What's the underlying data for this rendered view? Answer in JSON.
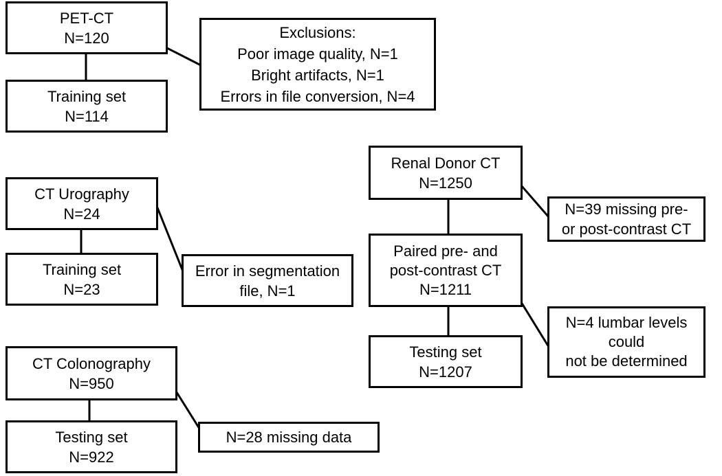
{
  "colors": {
    "line": "#000000",
    "background": "#ffffff"
  },
  "pet_ct": {
    "source": {
      "title": "PET-CT",
      "count": "N=120"
    },
    "set": {
      "title": "Training set",
      "count": "N=114"
    },
    "exclusions": {
      "heading": "Exclusions:",
      "items": [
        "Poor image quality, N=1",
        "Bright artifacts, N=1",
        "Errors in file conversion, N=4"
      ]
    }
  },
  "ct_urography": {
    "source": {
      "title": "CT Urography",
      "count": "N=24"
    },
    "set": {
      "title": "Training set",
      "count": "N=23"
    },
    "exclusion": {
      "line1": "Error in segmentation",
      "line2": "file, N=1"
    }
  },
  "ct_colonography": {
    "source": {
      "title": "CT Colonography",
      "count": "N=950"
    },
    "set": {
      "title": "Testing set",
      "count": "N=922"
    },
    "exclusion": {
      "line1": "N=28 missing data"
    }
  },
  "renal_donor": {
    "source": {
      "title": "Renal Donor CT",
      "count": "N=1250"
    },
    "exclusion1": {
      "line1": "N=39 missing pre-",
      "line2": "or post-contrast CT"
    },
    "paired": {
      "line1": "Paired pre- and",
      "line2": "post-contrast CT",
      "count": "N=1211"
    },
    "exclusion2": {
      "line1": "N=4 lumbar levels",
      "line2": "could",
      "line3": "not be determined"
    },
    "set": {
      "title": "Testing set",
      "count": "N=1207"
    }
  }
}
